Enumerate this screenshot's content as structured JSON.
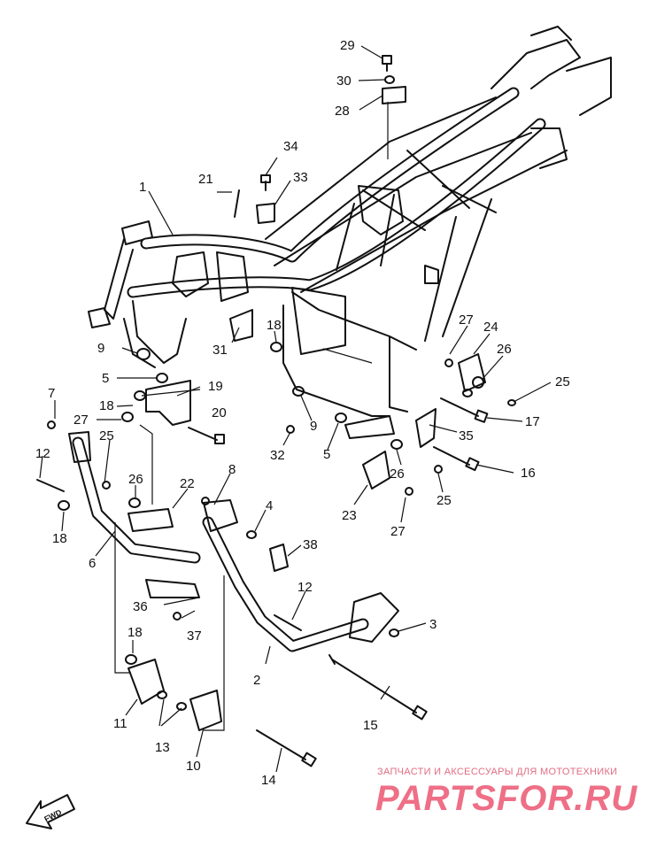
{
  "callouts": [
    {
      "id": "l1",
      "text": "1"
    },
    {
      "id": "l2",
      "text": "2"
    },
    {
      "id": "l3",
      "text": "3"
    },
    {
      "id": "l4",
      "text": "4"
    },
    {
      "id": "l5a",
      "text": "5"
    },
    {
      "id": "l5b",
      "text": "5"
    },
    {
      "id": "l6",
      "text": "6"
    },
    {
      "id": "l7",
      "text": "7"
    },
    {
      "id": "l8",
      "text": "8"
    },
    {
      "id": "l9a",
      "text": "9"
    },
    {
      "id": "l9b",
      "text": "9"
    },
    {
      "id": "l10",
      "text": "10"
    },
    {
      "id": "l11",
      "text": "11"
    },
    {
      "id": "l12a",
      "text": "12"
    },
    {
      "id": "l12b",
      "text": "12"
    },
    {
      "id": "l13",
      "text": "13"
    },
    {
      "id": "l14",
      "text": "14"
    },
    {
      "id": "l15",
      "text": "15"
    },
    {
      "id": "l16",
      "text": "16"
    },
    {
      "id": "l17",
      "text": "17"
    },
    {
      "id": "l18a",
      "text": "18"
    },
    {
      "id": "l18b",
      "text": "18"
    },
    {
      "id": "l18c",
      "text": "18"
    },
    {
      "id": "l18d",
      "text": "18"
    },
    {
      "id": "l19",
      "text": "19"
    },
    {
      "id": "l20",
      "text": "20"
    },
    {
      "id": "l21",
      "text": "21"
    },
    {
      "id": "l22",
      "text": "22"
    },
    {
      "id": "l23",
      "text": "23"
    },
    {
      "id": "l24",
      "text": "24"
    },
    {
      "id": "l25a",
      "text": "25"
    },
    {
      "id": "l25b",
      "text": "25"
    },
    {
      "id": "l25c",
      "text": "25"
    },
    {
      "id": "l26a",
      "text": "26"
    },
    {
      "id": "l26b",
      "text": "26"
    },
    {
      "id": "l26c",
      "text": "26"
    },
    {
      "id": "l27a",
      "text": "27"
    },
    {
      "id": "l27b",
      "text": "27"
    },
    {
      "id": "l27c",
      "text": "27"
    },
    {
      "id": "l28",
      "text": "28"
    },
    {
      "id": "l29",
      "text": "29"
    },
    {
      "id": "l30",
      "text": "30"
    },
    {
      "id": "l31",
      "text": "31"
    },
    {
      "id": "l32",
      "text": "32"
    },
    {
      "id": "l33",
      "text": "33"
    },
    {
      "id": "l34",
      "text": "34"
    },
    {
      "id": "l35",
      "text": "35"
    },
    {
      "id": "l36",
      "text": "36"
    },
    {
      "id": "l37",
      "text": "37"
    },
    {
      "id": "l38",
      "text": "38"
    }
  ],
  "fwd_label": "FWD",
  "watermark": {
    "tagline": "ЗАПЧАСТИ И АКСЕССУАРЫ ДЛЯ МОТОТЕХНИКИ",
    "brand": "PARTSFOR.RU",
    "color": "#ee6f86"
  },
  "colors": {
    "line": "#111111",
    "background": "#ffffff"
  }
}
